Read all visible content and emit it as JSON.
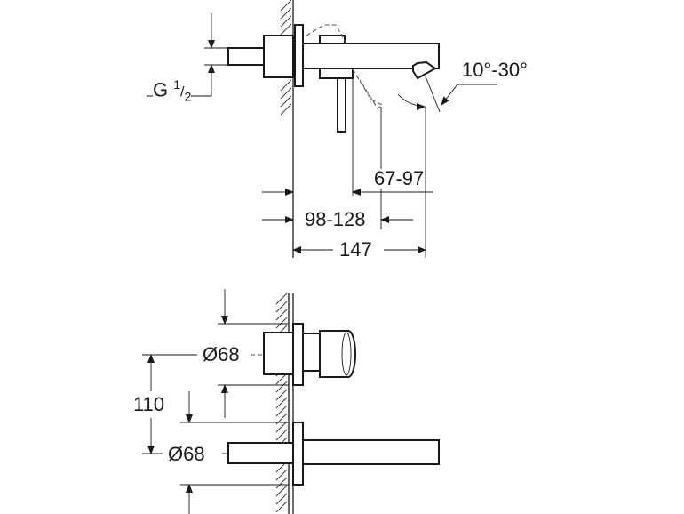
{
  "side_view": {
    "thread_label": "G",
    "thread_num": "1",
    "thread_den": "2",
    "angle_label": "10°-30°",
    "dim_projection": "67-97",
    "dim_range": "98-128",
    "dim_total": "147"
  },
  "front_view": {
    "diameter_upper": "Ø68",
    "dim_spacing": "110",
    "diameter_lower": "Ø68"
  }
}
